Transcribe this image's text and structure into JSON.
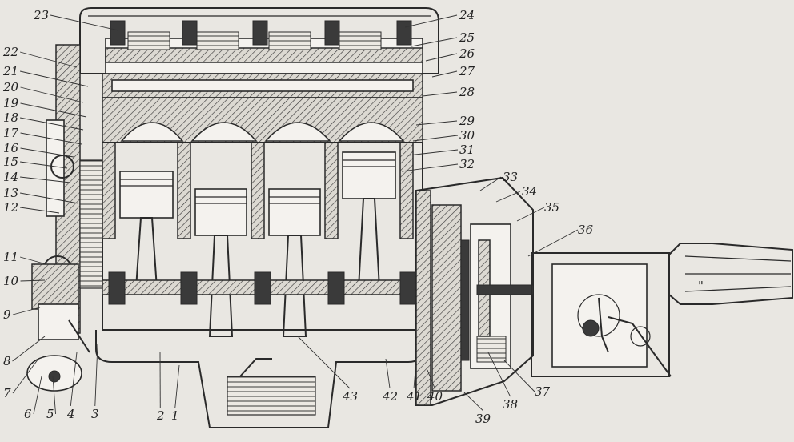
{
  "callouts": [
    {
      "id": "1",
      "label": "1"
    },
    {
      "id": "2",
      "label": "2"
    },
    {
      "id": "3",
      "label": "3"
    },
    {
      "id": "4",
      "label": "4"
    },
    {
      "id": "5",
      "label": "5"
    },
    {
      "id": "6",
      "label": "6"
    },
    {
      "id": "7",
      "label": "7"
    },
    {
      "id": "8",
      "label": "8"
    },
    {
      "id": "9",
      "label": "9"
    },
    {
      "id": "10",
      "label": "10"
    },
    {
      "id": "11",
      "label": "11"
    },
    {
      "id": "12",
      "label": "12"
    },
    {
      "id": "13",
      "label": "13"
    },
    {
      "id": "14",
      "label": "14"
    },
    {
      "id": "15",
      "label": "15"
    },
    {
      "id": "16",
      "label": "16"
    },
    {
      "id": "17",
      "label": "17"
    },
    {
      "id": "18",
      "label": "18"
    },
    {
      "id": "19",
      "label": "19"
    },
    {
      "id": "20",
      "label": "20"
    },
    {
      "id": "21",
      "label": "21"
    },
    {
      "id": "22",
      "label": "22"
    },
    {
      "id": "23",
      "label": "23"
    },
    {
      "id": "24",
      "label": "24"
    },
    {
      "id": "25",
      "label": "25"
    },
    {
      "id": "26",
      "label": "26"
    },
    {
      "id": "27",
      "label": "27"
    },
    {
      "id": "28",
      "label": "28"
    },
    {
      "id": "29",
      "label": "29"
    },
    {
      "id": "30",
      "label": "30"
    },
    {
      "id": "31",
      "label": "31"
    },
    {
      "id": "32",
      "label": "32"
    },
    {
      "id": "33",
      "label": "33"
    },
    {
      "id": "34",
      "label": "34"
    },
    {
      "id": "35",
      "label": "35"
    },
    {
      "id": "36",
      "label": "36"
    },
    {
      "id": "37",
      "label": "37"
    },
    {
      "id": "38",
      "label": "38"
    },
    {
      "id": "39",
      "label": "39"
    },
    {
      "id": "40",
      "label": "40"
    },
    {
      "id": "41",
      "label": "41"
    },
    {
      "id": "42",
      "label": "42"
    },
    {
      "id": "43",
      "label": "43"
    }
  ]
}
